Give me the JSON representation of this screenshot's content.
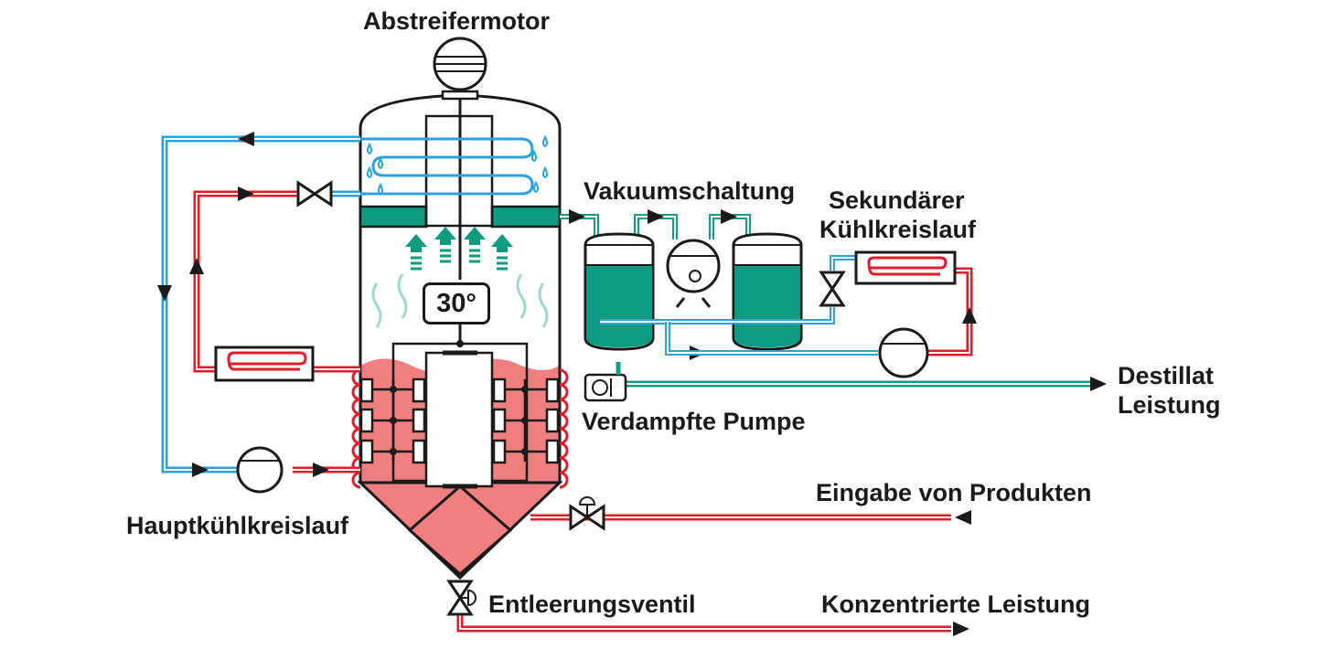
{
  "labels": {
    "scraper_motor": "Abstreifermotor",
    "vacuum_circuit": "Vakuumschaltung",
    "secondary_cooling_line1": "Sekundärer",
    "secondary_cooling_line2": "Kühlkreislauf",
    "distillate_line1": "Destillat",
    "distillate_line2": "Leistung",
    "evaporated_pump": "Verdampfte Pumpe",
    "product_input": "Eingabe von Produkten",
    "main_cooling": "Hauptkühlkreislauf",
    "drain_valve": "Entleerungsventil",
    "concentrated_output": "Konzentrierte Leistung"
  },
  "temperature": "30°",
  "colors": {
    "cold_line": "#2aa3dc",
    "hot_line": "#e21d2b",
    "distillate_line": "#139c84",
    "liquid_hot": "#f08080",
    "liquid_green": "#0e9b82",
    "outline": "#1a1a1a"
  }
}
